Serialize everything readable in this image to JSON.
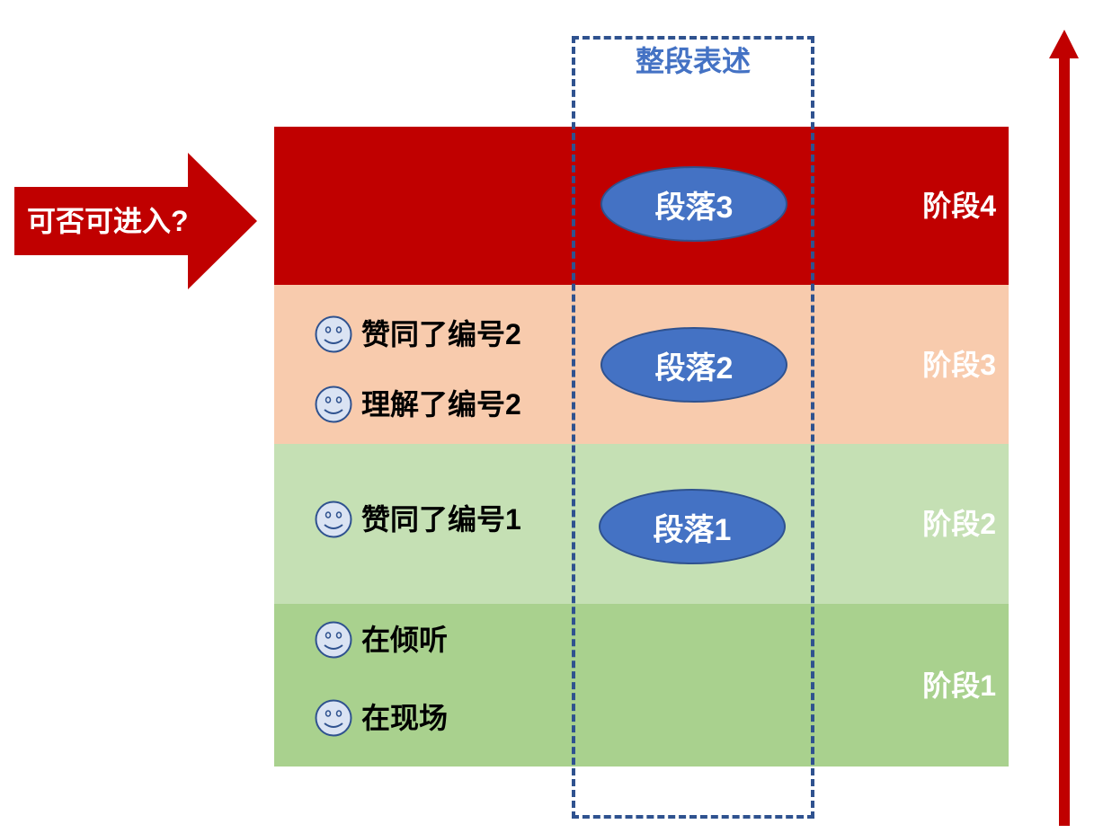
{
  "title": "整段表述",
  "entry_question": "可否可进入?",
  "stages": [
    {
      "label": "阶段4",
      "color": "#c00000"
    },
    {
      "label": "阶段3",
      "color": "#f8cbad"
    },
    {
      "label": "阶段2",
      "color": "#c5e0b4"
    },
    {
      "label": "阶段1",
      "color": "#a9d18e"
    }
  ],
  "paragraphs": [
    "段落3",
    "段落2",
    "段落1"
  ],
  "items": {
    "stage3": [
      "赞同了编号2",
      "理解了编号2"
    ],
    "stage2": [
      "赞同了编号1"
    ],
    "stage1": [
      "在倾听",
      "在现场"
    ]
  },
  "colors": {
    "accent_red": "#c00000",
    "ellipse_fill": "#4472c4",
    "ellipse_border": "#2f528f",
    "dashed_border": "#2f528f",
    "title_text": "#4472c4"
  },
  "icons": {
    "face": "smiley-face-icon",
    "entry": "right-arrow-icon",
    "progress": "up-arrow-icon"
  }
}
